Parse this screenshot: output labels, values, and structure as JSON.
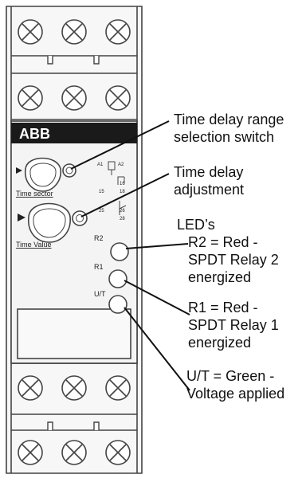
{
  "device": {
    "brand": "ABB",
    "dial_labels": {
      "time_sector": "Time sector",
      "time_value": "Time Value"
    },
    "terminal_labels": {
      "a1": "A1",
      "a2": "A2",
      "t16": "16",
      "t15": "15",
      "t18": "18",
      "t25": "25",
      "t26": "26",
      "t28": "28"
    },
    "led_labels": {
      "r2": "R2",
      "r1": "R1",
      "ut": "U/T"
    }
  },
  "callouts": {
    "range_switch": [
      "Time delay range",
      "selection switch"
    ],
    "adjustment": [
      "Time delay",
      "adjustment"
    ],
    "leds_heading": "LED’s",
    "r2": [
      "R2 = Red -",
      "SPDT Relay 2",
      "energized"
    ],
    "r1": [
      "R1 = Red -",
      "SPDT Relay 1",
      "energized"
    ],
    "ut": [
      "U/T = Green -",
      "Voltage applied"
    ]
  },
  "colors": {
    "outline": "#444444",
    "brand_bar": "#1a1a1a",
    "brand_text": "#ffffff",
    "body_fill": "#f4f4f4"
  }
}
